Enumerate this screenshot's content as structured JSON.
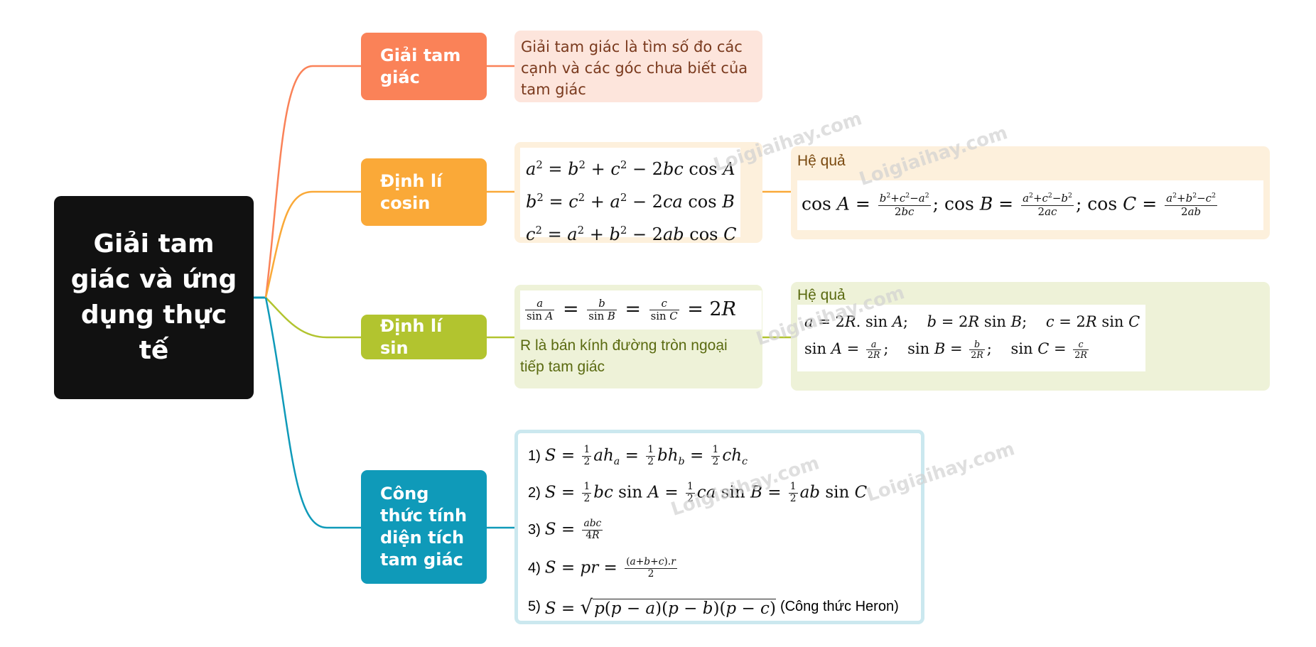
{
  "root": {
    "title": "Giải tam giác và ứng dụng thực tế"
  },
  "branches": [
    {
      "label": "Giải tam giác",
      "color": "#fa8258"
    },
    {
      "label": "Định lí cosin",
      "color": "#faa938"
    },
    {
      "label": "Định lí sin",
      "color": "#b2c42f"
    },
    {
      "label": "Công thức tính diện tích tam giác",
      "color": "#0f9ab9"
    }
  ],
  "definition": {
    "text": "Giải tam giác là tìm số đo các cạnh và các góc chưa biết của tam giác"
  },
  "cosin": {
    "formulas": [
      "a² = b² + c² − 2bc cos A",
      "b² = c² + a² − 2ca cos B",
      "c² = a² + b² − 2ab cos C"
    ],
    "consequence_label": "Hệ quả",
    "consequence": "cos A = (b²+c²−a²)/2bc; cos B = (a²+c²−b²)/2ac; cos C = (a²+b²−c²)/2ab"
  },
  "sin": {
    "formula": "a/sin A = b/sin B = c/sin C = 2R",
    "note": "R là bán kính đường tròn ngoại tiếp tam giác",
    "consequence_label": "Hệ quả",
    "consequence_line1": "a = 2R. sin A; b = 2R sin B; c = 2R sin C",
    "consequence_line2": "sin A = a/2R; sin B = b/2R; sin C = c/2R"
  },
  "area": {
    "items": [
      {
        "num": "1)",
        "formula": "S = ½ah_a = ½bh_b = ½ch_c"
      },
      {
        "num": "2)",
        "formula": "S = ½bc sin A = ½ca sin B = ½ab sin C"
      },
      {
        "num": "3)",
        "formula": "S = abc/4R"
      },
      {
        "num": "4)",
        "formula": "S = pr = (a+b+c).r/2"
      },
      {
        "num": "5)",
        "formula": "S = √(p(p − a)(p − b)(p − c))",
        "note": "(Công thức Heron)"
      }
    ]
  },
  "watermark": {
    "text": "Loigiaihay.com"
  },
  "colors": {
    "root_bg": "#111111",
    "orange": "#fa8258",
    "orange_light": "#fde5dc",
    "yellow": "#faa938",
    "yellow_light": "#fdf0dc",
    "green": "#b2c42f",
    "green_light": "#eef2d8",
    "blue": "#0f9ab9",
    "blue_light": "#cbe8ef"
  }
}
